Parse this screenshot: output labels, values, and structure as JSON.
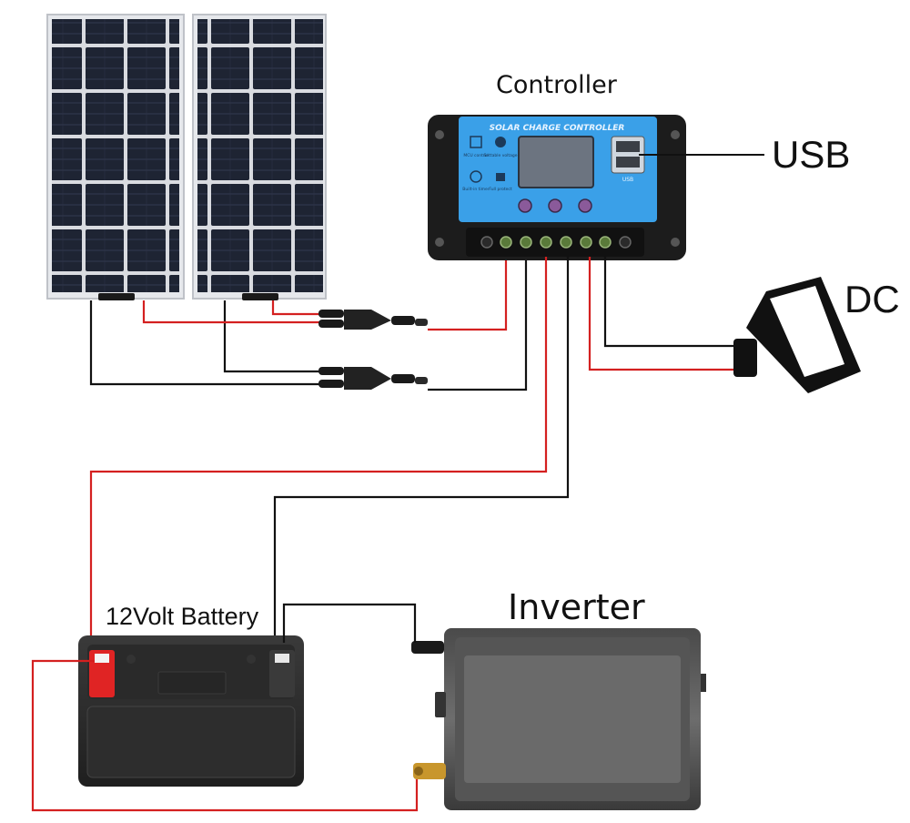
{
  "labels": {
    "controller": "Controller",
    "usb": "USB",
    "dc": "DC",
    "battery": "12Volt Battery",
    "inverter": "Inverter"
  },
  "controller_panel": {
    "header": "SOLAR CHARGE CONTROLLER",
    "icons": [
      "MCU control",
      "Settable voltage",
      "Built-in timer",
      "Full protect"
    ],
    "usb_badge": "USB"
  },
  "colors": {
    "positive_wire": "#d42020",
    "negative_wire": "#111111",
    "controller_blue": "#3aa0e8",
    "panel_cell": "#1c2230"
  },
  "diagram": {
    "nodes": [
      "solar-panel-1",
      "solar-panel-2",
      "controller",
      "usb-port",
      "dc-load",
      "battery",
      "inverter"
    ],
    "edges": [
      {
        "from": "solar-panel-1",
        "to": "controller",
        "polarity": "+"
      },
      {
        "from": "solar-panel-2",
        "to": "controller",
        "polarity": "+"
      },
      {
        "from": "solar-panel-1",
        "to": "controller",
        "polarity": "-"
      },
      {
        "from": "solar-panel-2",
        "to": "controller",
        "polarity": "-"
      },
      {
        "from": "controller",
        "to": "battery",
        "polarity": "+"
      },
      {
        "from": "controller",
        "to": "battery",
        "polarity": "-"
      },
      {
        "from": "controller",
        "to": "dc-load",
        "polarity": "+"
      },
      {
        "from": "controller",
        "to": "dc-load",
        "polarity": "-"
      },
      {
        "from": "controller",
        "to": "usb-port",
        "polarity": "none"
      },
      {
        "from": "battery",
        "to": "inverter",
        "polarity": "+"
      },
      {
        "from": "battery",
        "to": "inverter",
        "polarity": "-"
      }
    ]
  }
}
